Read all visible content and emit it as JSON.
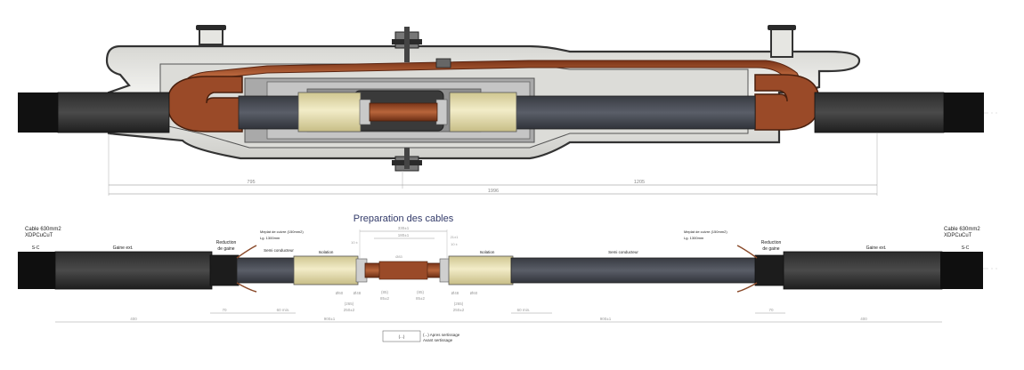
{
  "top_view": {
    "dims": {
      "left_overall": "795",
      "right_overall": "1205",
      "total_overall": "1996"
    }
  },
  "bottom_view": {
    "title": "Preparation des cables",
    "left_cable": {
      "line1": "Cable 630mm2",
      "line2": "XDPCuCuT",
      "end_label": "S-C",
      "sheath_label": "Gaine ext.",
      "reduction_line1": "Reduction",
      "reduction_line2": "de gaine",
      "semi_label": "Semi conducteur",
      "iso_label": "Isolation",
      "copper_line1": "Meplat de cuivre (150mm2)",
      "copper_line2": "Lg. 1300mm"
    },
    "right_cable": {
      "line1": "Cable 630mm2",
      "line2": "XDPCuCuT",
      "end_label": "S-C",
      "sheath_label": "Gaine ext.",
      "reduction_line1": "Reduction",
      "reduction_line2": "de gaine",
      "semi_label": "Semi conducteur",
      "iso_label": "Isolation",
      "copper_line1": "Meplat de cuivre (150mm2)",
      "copper_line2": "Lg. 1300mm"
    },
    "dims": {
      "top_overall": "330±1",
      "top_inner": "180±1",
      "left_small": "10 ±",
      "right_small_a": "21±1",
      "right_small_b": "10 ±",
      "conductor_vertical": "Ø83",
      "left_bottom_small": "400",
      "left_bottom_sheath": "70",
      "left_bottom_semi": "60 min.",
      "left_bottom_mid": "900±1",
      "right_bottom_semi": "60 min.",
      "right_bottom_mid": "900±1",
      "right_bottom_sheath": "70",
      "right_bottom_small": "400",
      "d_iso_left": "Ø60",
      "d_cond_left": "Ø48",
      "d_iso_right": "Ø48",
      "d_cond_right": "Ø60",
      "paren_left": "(265)",
      "paren_left_b": "(85)",
      "left_stack": "250±2",
      "left_stack_b": "85±2",
      "paren_right": "(85)",
      "paren_right_b": "(265)",
      "right_stack": "85±2",
      "right_stack_b": "250±2"
    },
    "legend": {
      "symbol": "(...)",
      "after": "(...) Apres sertissage",
      "before": "Avant sertissage"
    }
  },
  "colors": {
    "cable_black": "#1c1c1c",
    "cable_dark": "#3c3f45",
    "semi": "#474b55",
    "insulation": "#e5deb0",
    "copper": "#9a4a28",
    "housing": "#e6e6e2",
    "inner_grey": "#b9b9b9"
  }
}
